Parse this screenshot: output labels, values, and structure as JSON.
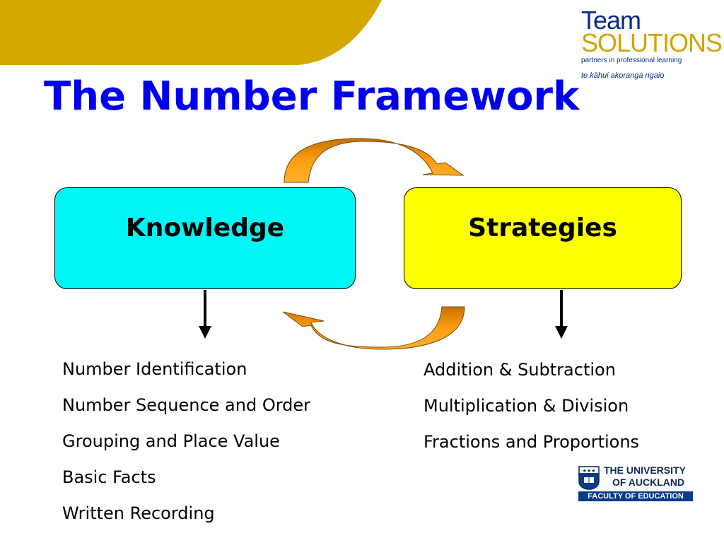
{
  "slide": {
    "title": "The Number Framework"
  },
  "logo": {
    "line1": "Team",
    "line2": "SOLUTIONS",
    "tagline": "partners in professional learning",
    "maori": "te kāhui akoranga ngaio"
  },
  "diagram": {
    "knowledge_label": "Knowledge",
    "strategies_label": "Strategies",
    "knowledge_items": [
      "Number Identification",
      "Number Sequence and Order",
      "Grouping and Place Value",
      "Basic Facts",
      "Written Recording"
    ],
    "strategies_items": [
      "Addition & Subtraction",
      "Multiplication & Division",
      "Fractions and Proportions"
    ]
  },
  "university": {
    "line1": "THE UNIVERSITY",
    "line2": "OF AUCKLAND",
    "faculty": "FACULTY OF EDUCATION"
  },
  "colors": {
    "title": "#0000ee",
    "knowledge_box": "#00f5f5",
    "strategies_box": "#ffff00",
    "corner": "#d4a800",
    "arrow_fill": "#ff9f10"
  }
}
